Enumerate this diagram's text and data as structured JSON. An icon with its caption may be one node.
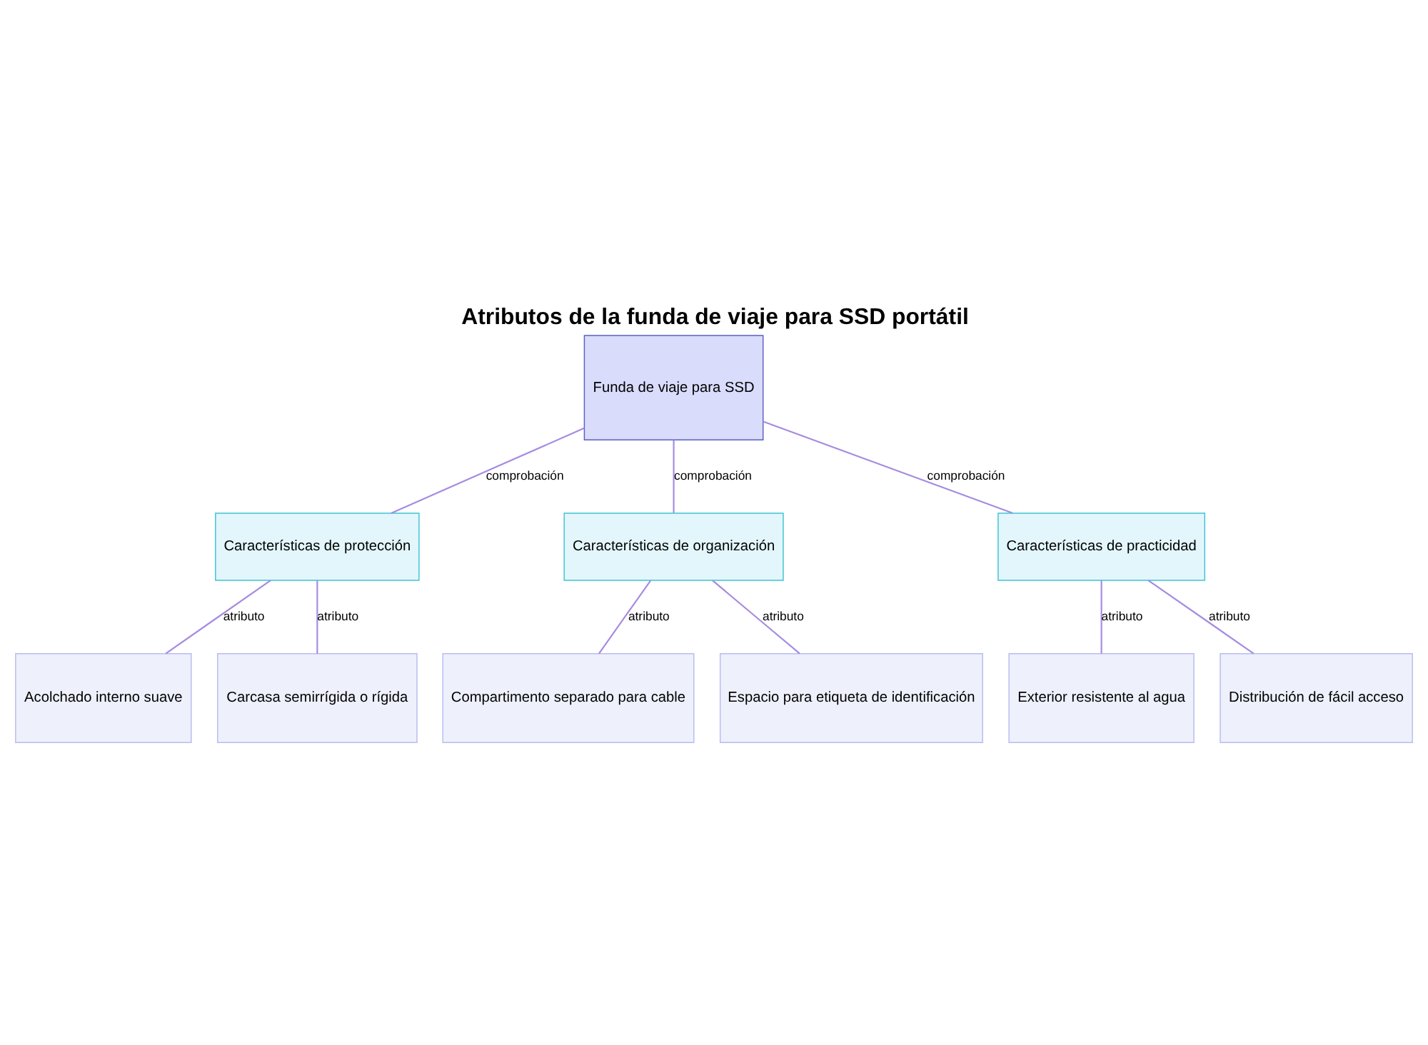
{
  "diagram": {
    "title": "Atributos de la funda de viaje para SSD portátil",
    "nodes": [
      {
        "text": [
          "Funda de viaje para SSD"
        ]
      },
      {
        "text": [
          "Características de protección"
        ]
      },
      {
        "text": [
          "Características de organización"
        ]
      },
      {
        "text": [
          "Características de practicidad"
        ]
      },
      {
        "text": [
          "Acolchado interno suave"
        ]
      },
      {
        "text": [
          "Carcasa semirrígida o rígida"
        ]
      },
      {
        "text": [
          "Compartimento separado para cable"
        ]
      },
      {
        "text": [
          "Espacio para etiqueta de identificación"
        ]
      },
      {
        "text": [
          "Exterior resistente al agua"
        ]
      },
      {
        "text": [
          "Distribución de fácil acceso"
        ]
      }
    ],
    "edges": [
      {
        "from": 0,
        "to": 1,
        "arrow": "none",
        "label": "comprobación"
      },
      {
        "from": 0,
        "to": 2,
        "arrow": "none",
        "label": "comprobación"
      },
      {
        "from": 0,
        "to": 3,
        "arrow": "none",
        "label": "comprobación"
      },
      {
        "from": 1,
        "to": 4,
        "arrow": "none",
        "label": "atributo"
      },
      {
        "from": 1,
        "to": 5,
        "arrow": "none",
        "label": "atributo"
      },
      {
        "from": 2,
        "to": 6,
        "arrow": "none",
        "label": "atributo"
      },
      {
        "from": 2,
        "to": 7,
        "arrow": "none",
        "label": "atributo"
      },
      {
        "from": 3,
        "to": 8,
        "arrow": "none",
        "label": "atributo"
      },
      {
        "from": 3,
        "to": 9,
        "arrow": "none",
        "label": "atributo"
      }
    ]
  }
}
